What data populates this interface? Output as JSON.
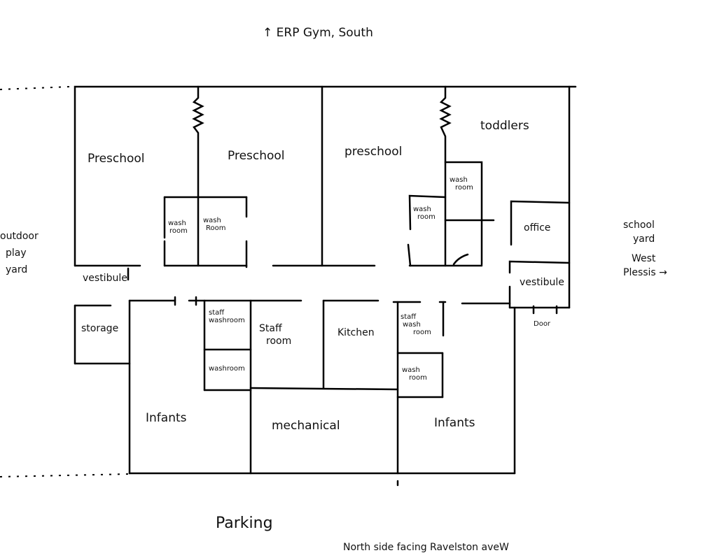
{
  "header": {
    "note": "↑ ERP Gym, South"
  },
  "rooms": {
    "preschool_1": "Preschool",
    "preschool_2": "Preschool",
    "preschool_3": "preschool",
    "toddlers": "toddlers",
    "washroom_1": [
      "wash",
      "room"
    ],
    "washroom_2": [
      "wash",
      "Room"
    ],
    "washroom_3": [
      "wash",
      "room"
    ],
    "washroom_4": [
      "wash",
      "room"
    ],
    "office": "office",
    "vestibule_east": "vestibule",
    "vestibule_west": "vestibule",
    "storage": "storage",
    "staff_washroom_1": [
      "staff",
      "washroom"
    ],
    "washroom_5": "washroom",
    "staff_room": [
      "Staff",
      "room"
    ],
    "kitchen": "Kitchen",
    "staff_washroom_2": [
      "staff",
      "wash",
      "room"
    ],
    "washroom_6": [
      "wash",
      "room"
    ],
    "infants_1": "Infants",
    "mechanical": "mechanical",
    "infants_2": "Infants",
    "door": "Door"
  },
  "surroundings": {
    "outdoor": [
      "outdoor",
      "play",
      "yard"
    ],
    "school_yard": [
      "school",
      "yard",
      "West",
      "Plessis →"
    ],
    "parking": "Parking",
    "north_side": "North side facing Ravelston aveW"
  }
}
